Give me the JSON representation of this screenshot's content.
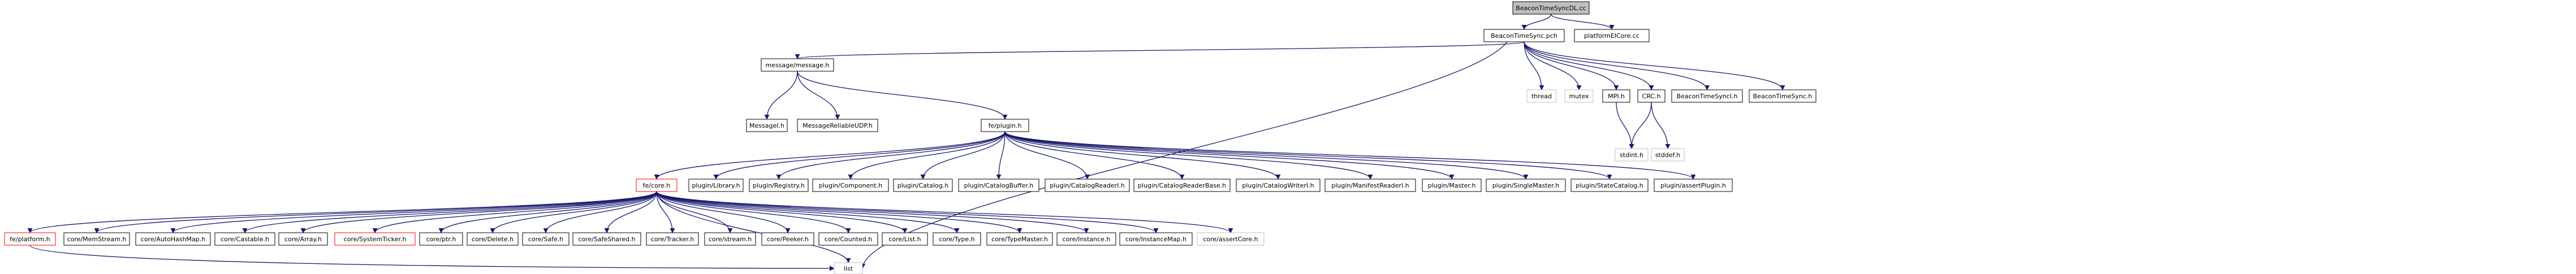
{
  "nodes": [
    {
      "id": "root",
      "label": "BeaconTimeSyncDL.cc",
      "style": "root"
    },
    {
      "id": "beacon_pch",
      "label": "BeaconTimeSync.pch",
      "style": "normal"
    },
    {
      "id": "platform_eicore",
      "label": "platformEICore.cc",
      "style": "normal"
    },
    {
      "id": "message",
      "label": "message/message.h",
      "style": "normal"
    },
    {
      "id": "thread",
      "label": "thread",
      "style": "ext"
    },
    {
      "id": "mutex",
      "label": "mutex",
      "style": "ext"
    },
    {
      "id": "mpi",
      "label": "MPI.h",
      "style": "normal"
    },
    {
      "id": "crc",
      "label": "CRC.h",
      "style": "normal"
    },
    {
      "id": "beacon_synci",
      "label": "BeaconTimeSyncI.h",
      "style": "normal"
    },
    {
      "id": "beacon_sync",
      "label": "BeaconTimeSync.h",
      "style": "normal"
    },
    {
      "id": "plugin",
      "label": "fe/plugin.h",
      "style": "normal"
    },
    {
      "id": "messagei",
      "label": "MessageI.h",
      "style": "normal"
    },
    {
      "id": "msg_reliable",
      "label": "MessageReliableUDP.h",
      "style": "normal"
    },
    {
      "id": "stdint",
      "label": "stdint.h",
      "style": "ext"
    },
    {
      "id": "stddef",
      "label": "stddef.h",
      "style": "ext"
    },
    {
      "id": "fe_core",
      "label": "fe/core.h",
      "style": "red"
    },
    {
      "id": "pl_library",
      "label": "plugin/Library.h",
      "style": "normal"
    },
    {
      "id": "pl_registry",
      "label": "plugin/Registry.h",
      "style": "normal"
    },
    {
      "id": "pl_component",
      "label": "plugin/Component.h",
      "style": "normal"
    },
    {
      "id": "pl_catalog",
      "label": "plugin/Catalog.h",
      "style": "normal"
    },
    {
      "id": "pl_catbuffer",
      "label": "plugin/CatalogBuffer.h",
      "style": "normal"
    },
    {
      "id": "pl_catreaderi",
      "label": "plugin/CatalogReaderI.h",
      "style": "normal"
    },
    {
      "id": "pl_catreaderbase",
      "label": "plugin/CatalogReaderBase.h",
      "style": "normal"
    },
    {
      "id": "pl_catwriteri",
      "label": "plugin/CatalogWriterI.h",
      "style": "normal"
    },
    {
      "id": "pl_manifest",
      "label": "plugin/ManifestReaderI.h",
      "style": "normal"
    },
    {
      "id": "pl_master",
      "label": "plugin/Master.h",
      "style": "normal"
    },
    {
      "id": "pl_singlemaster",
      "label": "plugin/SingleMaster.h",
      "style": "normal"
    },
    {
      "id": "pl_statecatalog",
      "label": "plugin/StateCatalog.h",
      "style": "normal"
    },
    {
      "id": "pl_assert",
      "label": "plugin/assertPlugin.h",
      "style": "normal"
    },
    {
      "id": "fe_platform",
      "label": "fe/platform.h",
      "style": "red"
    },
    {
      "id": "c_memstream",
      "label": "core/MemStream.h",
      "style": "normal"
    },
    {
      "id": "c_autohashmap",
      "label": "core/AutoHashMap.h",
      "style": "normal"
    },
    {
      "id": "c_castable",
      "label": "core/Castable.h",
      "style": "normal"
    },
    {
      "id": "c_array",
      "label": "core/Array.h",
      "style": "normal"
    },
    {
      "id": "c_systicker",
      "label": "core/SystemTicker.h",
      "style": "red"
    },
    {
      "id": "c_ptr",
      "label": "core/ptr.h",
      "style": "normal"
    },
    {
      "id": "c_delete",
      "label": "core/Delete.h",
      "style": "normal"
    },
    {
      "id": "c_safe",
      "label": "core/Safe.h",
      "style": "normal"
    },
    {
      "id": "c_safeshared",
      "label": "core/SafeShared.h",
      "style": "normal"
    },
    {
      "id": "c_tracker",
      "label": "core/Tracker.h",
      "style": "normal"
    },
    {
      "id": "c_stream",
      "label": "core/stream.h",
      "style": "normal"
    },
    {
      "id": "c_peeker",
      "label": "core/Peeker.h",
      "style": "normal"
    },
    {
      "id": "c_counted",
      "label": "core/Counted.h",
      "style": "normal"
    },
    {
      "id": "c_list",
      "label": "core/List.h",
      "style": "normal"
    },
    {
      "id": "c_type",
      "label": "core/Type.h",
      "style": "normal"
    },
    {
      "id": "c_typemaster",
      "label": "core/TypeMaster.h",
      "style": "normal"
    },
    {
      "id": "c_instance",
      "label": "core/Instance.h",
      "style": "normal"
    },
    {
      "id": "c_instancemap",
      "label": "core/InstanceMap.h",
      "style": "normal"
    },
    {
      "id": "c_assertcore",
      "label": "core/assertCore.h",
      "style": "ext"
    },
    {
      "id": "list",
      "label": "list",
      "style": "ext"
    }
  ],
  "edges": [
    [
      "root",
      "beacon_pch"
    ],
    [
      "root",
      "platform_eicore"
    ],
    [
      "beacon_pch",
      "message"
    ],
    [
      "beacon_pch",
      "thread"
    ],
    [
      "beacon_pch",
      "mutex"
    ],
    [
      "beacon_pch",
      "mpi"
    ],
    [
      "beacon_pch",
      "crc"
    ],
    [
      "beacon_pch",
      "beacon_synci"
    ],
    [
      "beacon_pch",
      "beacon_sync"
    ],
    [
      "beacon_pch",
      "list"
    ],
    [
      "mpi",
      "stdint"
    ],
    [
      "crc",
      "stdint"
    ],
    [
      "crc",
      "stddef"
    ],
    [
      "message",
      "plugin"
    ],
    [
      "message",
      "messagei"
    ],
    [
      "message",
      "msg_reliable"
    ],
    [
      "plugin",
      "fe_core"
    ],
    [
      "plugin",
      "pl_library"
    ],
    [
      "plugin",
      "pl_registry"
    ],
    [
      "plugin",
      "pl_component"
    ],
    [
      "plugin",
      "pl_catalog"
    ],
    [
      "plugin",
      "pl_catbuffer"
    ],
    [
      "plugin",
      "pl_catreaderi"
    ],
    [
      "plugin",
      "pl_catreaderbase"
    ],
    [
      "plugin",
      "pl_catwriteri"
    ],
    [
      "plugin",
      "pl_manifest"
    ],
    [
      "plugin",
      "pl_master"
    ],
    [
      "plugin",
      "pl_singlemaster"
    ],
    [
      "plugin",
      "pl_statecatalog"
    ],
    [
      "plugin",
      "pl_assert"
    ],
    [
      "fe_core",
      "fe_platform"
    ],
    [
      "fe_core",
      "c_memstream"
    ],
    [
      "fe_core",
      "c_autohashmap"
    ],
    [
      "fe_core",
      "c_castable"
    ],
    [
      "fe_core",
      "c_array"
    ],
    [
      "fe_core",
      "c_systicker"
    ],
    [
      "fe_core",
      "c_ptr"
    ],
    [
      "fe_core",
      "c_delete"
    ],
    [
      "fe_core",
      "c_safe"
    ],
    [
      "fe_core",
      "c_safeshared"
    ],
    [
      "fe_core",
      "c_tracker"
    ],
    [
      "fe_core",
      "c_stream"
    ],
    [
      "fe_core",
      "c_peeker"
    ],
    [
      "fe_core",
      "c_counted"
    ],
    [
      "fe_core",
      "c_list"
    ],
    [
      "fe_core",
      "c_type"
    ],
    [
      "fe_core",
      "c_typemaster"
    ],
    [
      "fe_core",
      "c_instance"
    ],
    [
      "fe_core",
      "c_instancemap"
    ],
    [
      "fe_core",
      "c_assertcore"
    ],
    [
      "fe_platform",
      "list"
    ],
    [
      "fe_core",
      "list"
    ]
  ],
  "colors": {
    "edge": "#191970",
    "box_border": "#000000",
    "box_fill": "#ffffff",
    "root_fill": "#bfbfbf",
    "red_border": "#ff0000",
    "ext_border": "#bfbfbf",
    "text": "#000000"
  }
}
